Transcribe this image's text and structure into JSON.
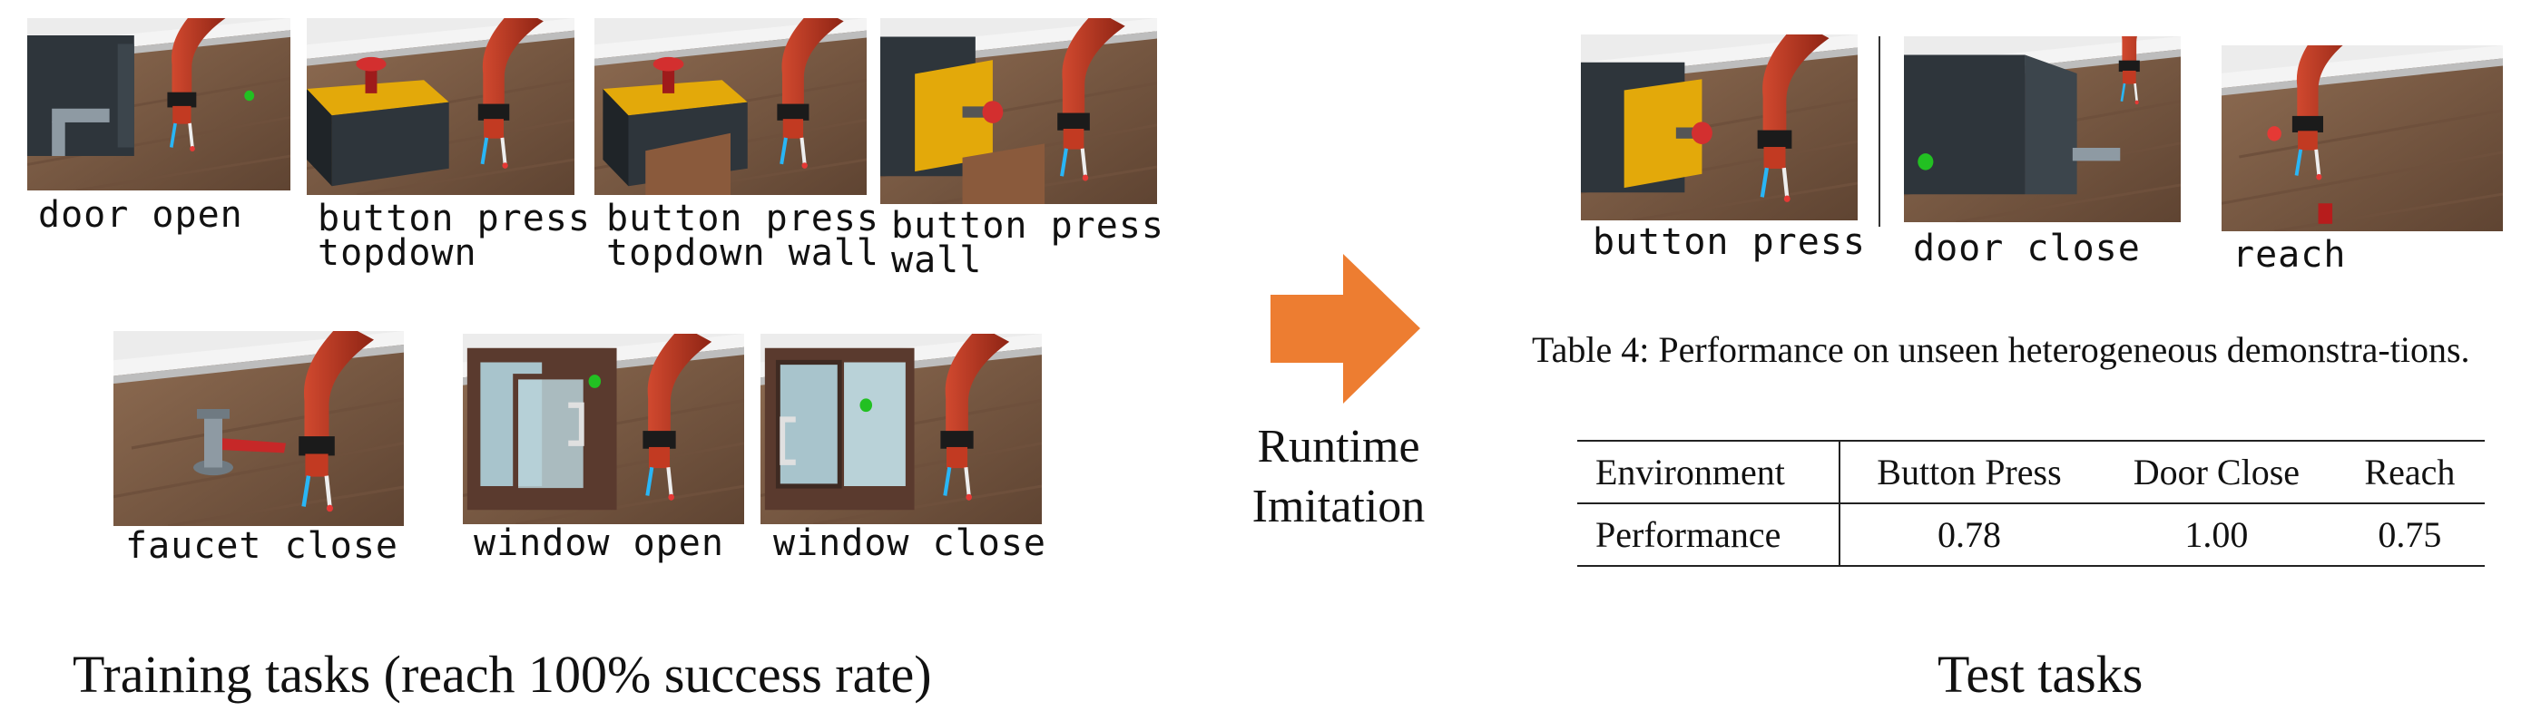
{
  "training": {
    "heading": "Training tasks (reach 100% success rate)",
    "tasks": [
      {
        "label": "door open"
      },
      {
        "label": "button press\ntopdown"
      },
      {
        "label": "button press\ntopdown wall"
      },
      {
        "label": "button press\nwall"
      },
      {
        "label": "faucet close"
      },
      {
        "label": "window open"
      },
      {
        "label": "window close"
      }
    ]
  },
  "arrow": {
    "label": "Runtime\nImitation",
    "color": "#ED7D31"
  },
  "test": {
    "heading": "Test tasks",
    "tasks": [
      {
        "label": "button press"
      },
      {
        "label": "door close"
      },
      {
        "label": "reach"
      }
    ],
    "table_caption": "Table 4: Performance on unseen heterogeneous demonstra-tions.",
    "table": {
      "header": [
        "Environment",
        "Button Press",
        "Door Close",
        "Reach"
      ],
      "row": [
        "Performance",
        "0.78",
        "1.00",
        "0.75"
      ]
    }
  },
  "colors": {
    "robot": "#B8321E",
    "floor": "#7A5A43",
    "box": "#E3A90A",
    "dark": "#2E353B"
  }
}
